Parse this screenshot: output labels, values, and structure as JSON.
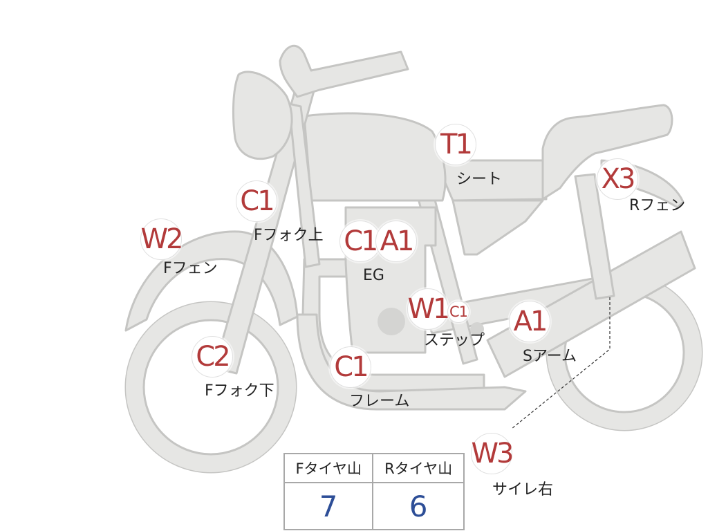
{
  "markers": {
    "t1": "T1",
    "x3": "X3",
    "c1_fork": "C1",
    "w2": "W2",
    "c1_eg": "C1",
    "a1_eg": "A1",
    "w1": "W1",
    "c1_step": "C1",
    "a1_arm": "A1",
    "c2": "C2",
    "c1_frame": "C1",
    "w3": "W3"
  },
  "labels": {
    "seat": "シート",
    "r_fender": "Rフェン",
    "f_fork_upper": "Fフォク上",
    "f_fender": "Fフェン",
    "eg": "EG",
    "step": "ステップ",
    "s_arm": "Sアーム",
    "f_fork_lower": "Fフォク下",
    "frame": "フレーム",
    "muffler_right": "サイレ右"
  },
  "tire_table": {
    "headers": [
      "Fタイヤ山",
      "Rタイヤ山"
    ],
    "values": [
      "7",
      "6"
    ]
  },
  "colors": {
    "marker_text": "#b23a3a",
    "value_text": "#2d4e97",
    "part_fill": "#e6e6e4",
    "part_stroke": "#c5c5c3"
  }
}
